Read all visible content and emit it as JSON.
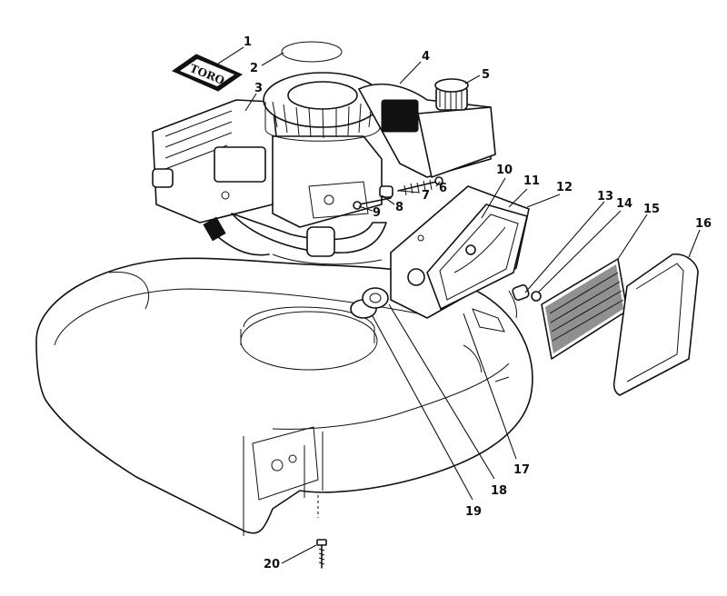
{
  "logo_text": "TORO",
  "callouts": [
    "1",
    "2",
    "3",
    "4",
    "5",
    "6",
    "7",
    "8",
    "9",
    "10",
    "11",
    "12",
    "13",
    "14",
    "15",
    "16",
    "17",
    "18",
    "19",
    "20"
  ]
}
